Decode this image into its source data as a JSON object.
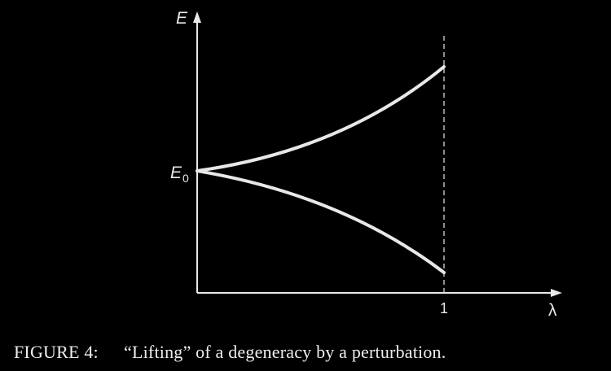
{
  "figure": {
    "y_axis_label": "E",
    "x_axis_label": "λ",
    "start_label_main": "E",
    "start_label_sub": "0",
    "x_tick_label": "1"
  },
  "caption": {
    "number": "FIGURE 4:",
    "text": "“Lifting” of a degeneracy by a perturbation."
  },
  "colors": {
    "background": "#000000",
    "foreground": "#e8e8e8"
  }
}
